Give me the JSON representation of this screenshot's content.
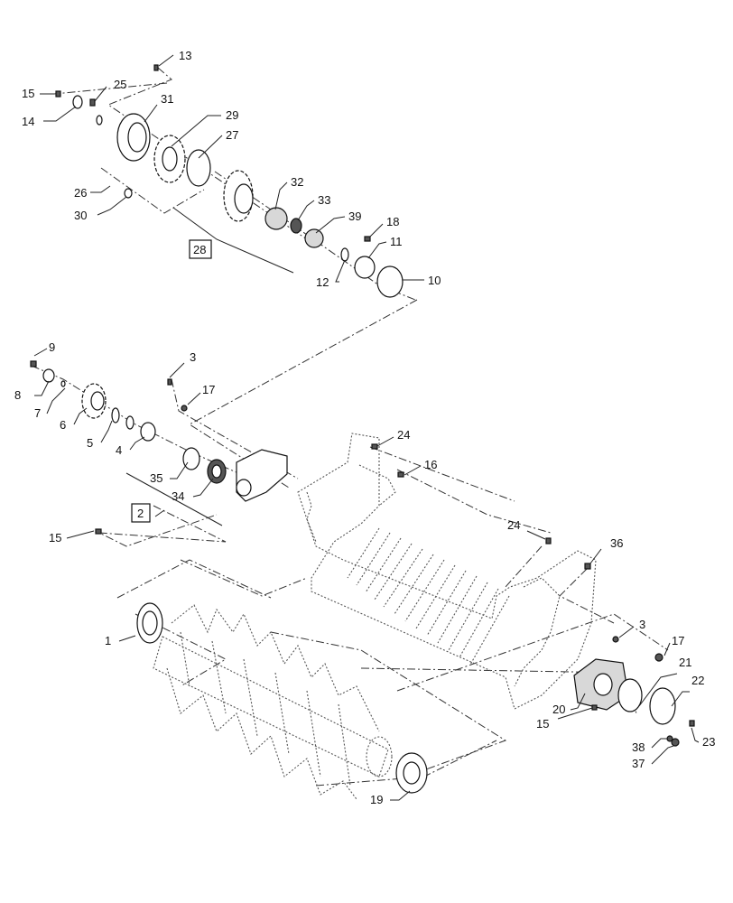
{
  "diagram": {
    "callouts": [
      {
        "id": "c1",
        "label": "1"
      },
      {
        "id": "c2",
        "label": "2",
        "boxed": true
      },
      {
        "id": "c3a",
        "label": "3"
      },
      {
        "id": "c3b",
        "label": "3"
      },
      {
        "id": "c4",
        "label": "4"
      },
      {
        "id": "c5",
        "label": "5"
      },
      {
        "id": "c6",
        "label": "6"
      },
      {
        "id": "c7",
        "label": "7"
      },
      {
        "id": "c8",
        "label": "8"
      },
      {
        "id": "c9",
        "label": "9"
      },
      {
        "id": "c10",
        "label": "10"
      },
      {
        "id": "c11",
        "label": "11"
      },
      {
        "id": "c12",
        "label": "12"
      },
      {
        "id": "c13",
        "label": "13"
      },
      {
        "id": "c14",
        "label": "14"
      },
      {
        "id": "c15a",
        "label": "15"
      },
      {
        "id": "c15b",
        "label": "15"
      },
      {
        "id": "c15c",
        "label": "15"
      },
      {
        "id": "c16",
        "label": "16"
      },
      {
        "id": "c17a",
        "label": "17"
      },
      {
        "id": "c17b",
        "label": "17"
      },
      {
        "id": "c18",
        "label": "18"
      },
      {
        "id": "c19",
        "label": "19"
      },
      {
        "id": "c20",
        "label": "20"
      },
      {
        "id": "c21",
        "label": "21"
      },
      {
        "id": "c22",
        "label": "22"
      },
      {
        "id": "c23",
        "label": "23"
      },
      {
        "id": "c24a",
        "label": "24"
      },
      {
        "id": "c24b",
        "label": "24"
      },
      {
        "id": "c25",
        "label": "25"
      },
      {
        "id": "c26",
        "label": "26"
      },
      {
        "id": "c27",
        "label": "27"
      },
      {
        "id": "c28",
        "label": "28",
        "boxed": true
      },
      {
        "id": "c29",
        "label": "29"
      },
      {
        "id": "c30",
        "label": "30"
      },
      {
        "id": "c31",
        "label": "31"
      },
      {
        "id": "c32",
        "label": "32"
      },
      {
        "id": "c33",
        "label": "33"
      },
      {
        "id": "c34",
        "label": "34"
      },
      {
        "id": "c35",
        "label": "35"
      },
      {
        "id": "c36",
        "label": "36"
      },
      {
        "id": "c37",
        "label": "37"
      },
      {
        "id": "c38",
        "label": "38"
      },
      {
        "id": "c39",
        "label": "39"
      }
    ]
  }
}
